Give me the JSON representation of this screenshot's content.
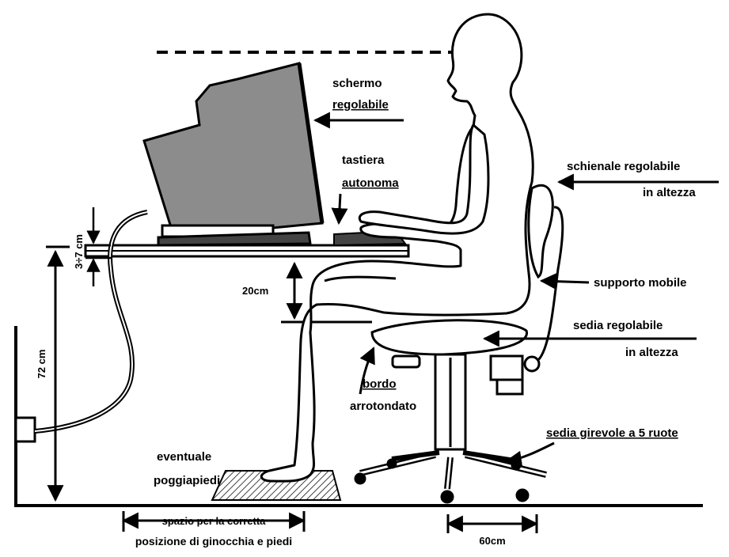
{
  "labels": {
    "schermo_line1": "schermo",
    "schermo_line2": "regolabile",
    "tastiera_line1": "tastiera",
    "tastiera_line2": "autonoma",
    "schienale_line1": "schienale regolabile",
    "schienale_line2": "in altezza",
    "supporto": "supporto mobile",
    "sedia_line1": "sedia regolabile",
    "sedia_line2": "in altezza",
    "bordo_line1": "bordo",
    "bordo_line2": "arrotondato",
    "girevole": "sedia girevole a 5 ruote",
    "poggiapiedi_line1": "eventuale",
    "poggiapiedi_line2": "poggiapiedi",
    "spazio_line1": "spazio per la corretta",
    "spazio_line2": "posizione di ginocchia e piedi"
  },
  "dimensions": {
    "desk_height": "72 cm",
    "desk_thickness": "3÷7 cm",
    "knee_clearance": "20cm",
    "chair_base": "60cm"
  },
  "colors": {
    "ink": "#000000",
    "monitor_fill": "#8c8c8c",
    "background": "#ffffff"
  }
}
